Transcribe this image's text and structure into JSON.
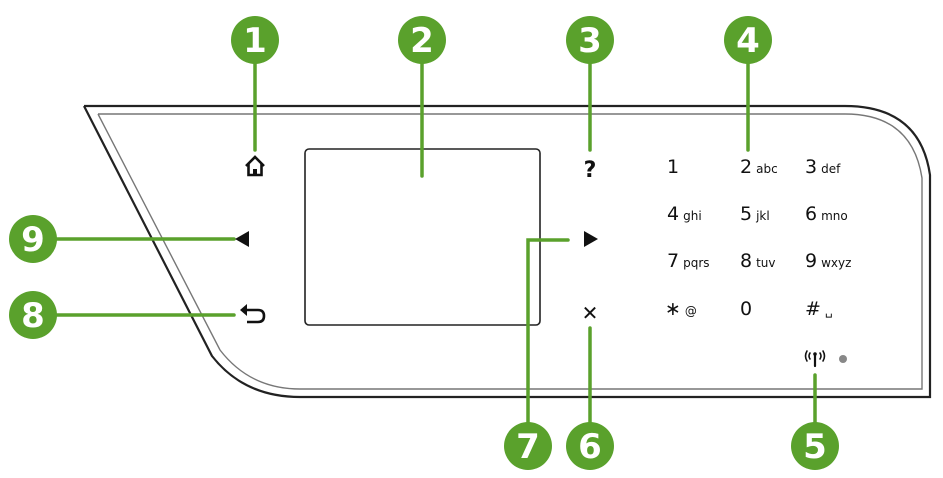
{
  "callouts": [
    "1",
    "2",
    "3",
    "4",
    "5",
    "6",
    "7",
    "8",
    "9"
  ],
  "controls": {
    "help": "?",
    "cancel": "✕",
    "home_icon": "home-icon",
    "back_icon": "back-arrow-icon",
    "left_icon": "left-arrow-icon",
    "right_icon": "right-arrow-icon",
    "wireless_icon": "wireless-icon"
  },
  "keypad": [
    {
      "main": "1",
      "sub": ""
    },
    {
      "main": "2",
      "sub": "abc"
    },
    {
      "main": "3",
      "sub": "def"
    },
    {
      "main": "4",
      "sub": "ghi"
    },
    {
      "main": "5",
      "sub": "jkl"
    },
    {
      "main": "6",
      "sub": "mno"
    },
    {
      "main": "7",
      "sub": "pqrs"
    },
    {
      "main": "8",
      "sub": "tuv"
    },
    {
      "main": "9",
      "sub": "wxyz"
    },
    {
      "main": "∗",
      "sub": "@"
    },
    {
      "main": "0",
      "sub": ""
    },
    {
      "main": "#",
      "sub": "␣"
    }
  ],
  "colors": {
    "callout_green": "#5aa12c",
    "line_green": "#5aa12c",
    "panel_outline": "#222222"
  }
}
